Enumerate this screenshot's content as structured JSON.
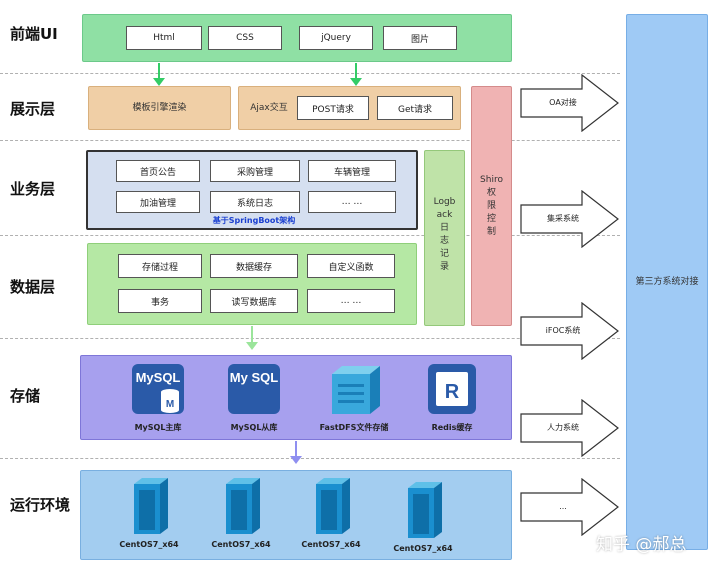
{
  "layers": {
    "frontend": "前端UI",
    "display": "展示层",
    "business": "业务层",
    "data": "数据层",
    "storage": "存储",
    "runtime": "运行环境"
  },
  "frontend": {
    "items": [
      "Html",
      "CSS",
      "jQuery",
      "图片"
    ]
  },
  "display": {
    "template": "模板引擎渲染",
    "ajax": "Ajax交互",
    "post": "POST请求",
    "get": "Get请求"
  },
  "business": {
    "items": [
      "首页公告",
      "采购管理",
      "车辆管理",
      "加油管理",
      "系统日志",
      "… …"
    ],
    "framework": "基于SpringBoot架构"
  },
  "data_layer": {
    "items": [
      "存储过程",
      "数据缓存",
      "自定义函数",
      "事务",
      "读写数据库",
      "… …"
    ]
  },
  "storage": {
    "items": [
      {
        "logo": "MySQL",
        "badge": "M",
        "caption": "MySQL主库"
      },
      {
        "logo": "My SQL",
        "caption": "MySQL从库"
      },
      {
        "caption": "FastDFS文件存储"
      },
      {
        "logo": "R",
        "caption": "Redis缓存"
      }
    ]
  },
  "runtime": {
    "servers": [
      "CentOS7_x64",
      "CentOS7_x64",
      "CentOS7_x64",
      "CentOS7_x64"
    ]
  },
  "logback": {
    "lines": [
      "Logb",
      "ack",
      "日",
      "志",
      "记",
      "录"
    ]
  },
  "shiro": {
    "lines": [
      "Shiro",
      "权",
      "限",
      "控",
      "制"
    ]
  },
  "external": {
    "arrows": [
      "OA对接",
      "集采系统",
      "iFOC系统",
      "人力系统",
      "..."
    ],
    "panel": "第三方系统对接"
  },
  "watermark": "知乎 @郝总",
  "colors": {
    "frontend": "#8fe0a4",
    "display": "#f0cfa6",
    "business": "#d5dff0",
    "data": "#b5e8a4",
    "storage": "#a7a0ee",
    "runtime": "#a3cdf0",
    "logback": "#bfe3a8",
    "shiro": "#f0b3b3",
    "panel": "#9fcaf5",
    "arrow_green": "#33cc66",
    "arrow_purple": "#8f8ff0"
  }
}
